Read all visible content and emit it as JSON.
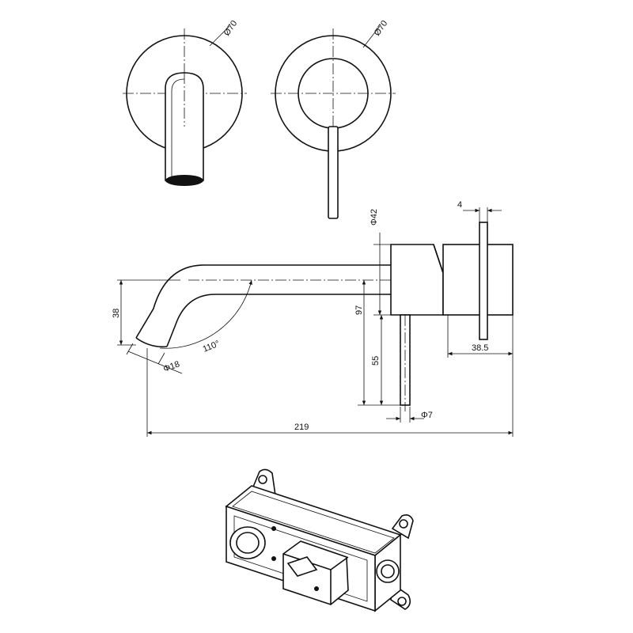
{
  "dimensions": {
    "spout_plate_diameter": "Ø70",
    "mixer_plate_diameter": "Ø70",
    "body_diameter": "Φ42",
    "plate_thickness": "4",
    "spout_drop": "38",
    "spout_angle": "110°",
    "spout_diameter": "Φ18",
    "spout_centre_height": "97",
    "handle_length": "55",
    "handle_diameter": "Φ7",
    "body_depth": "38.5",
    "overall_length": "219"
  }
}
